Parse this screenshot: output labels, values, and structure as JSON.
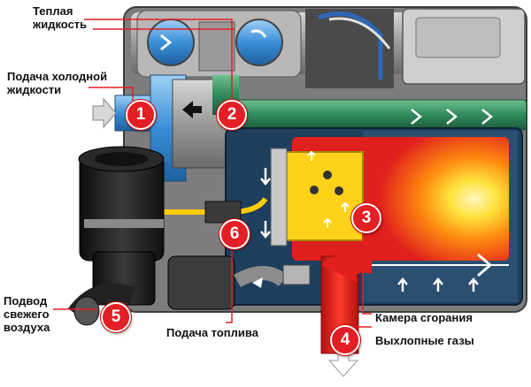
{
  "labels": {
    "warm_liquid": "Теплая\nжидкость",
    "cold_liquid_supply": "Подача холодной\nжидкости",
    "fresh_air_supply": "Подвод\nсвежего\nвоздуха",
    "fuel_supply": "Подача топлива",
    "combustion_chamber": "Камера сгорания",
    "exhaust_gases": "Выхлопные газы"
  },
  "badges": [
    "1",
    "2",
    "3",
    "4",
    "5",
    "6"
  ],
  "colors": {
    "badge_red": "#e31e24",
    "coolant_green": "#2f8a5c",
    "cold_blue": "#3a8fd8",
    "flame_yellow": "#ffd21a",
    "exhaust_red": "#e0201c",
    "housing_grey": "#8a8a8a",
    "dark_body": "#1c1c1c"
  },
  "icons": [
    "arrow-in-icon",
    "arrow-out-icon",
    "flow-arrow-icon"
  ]
}
